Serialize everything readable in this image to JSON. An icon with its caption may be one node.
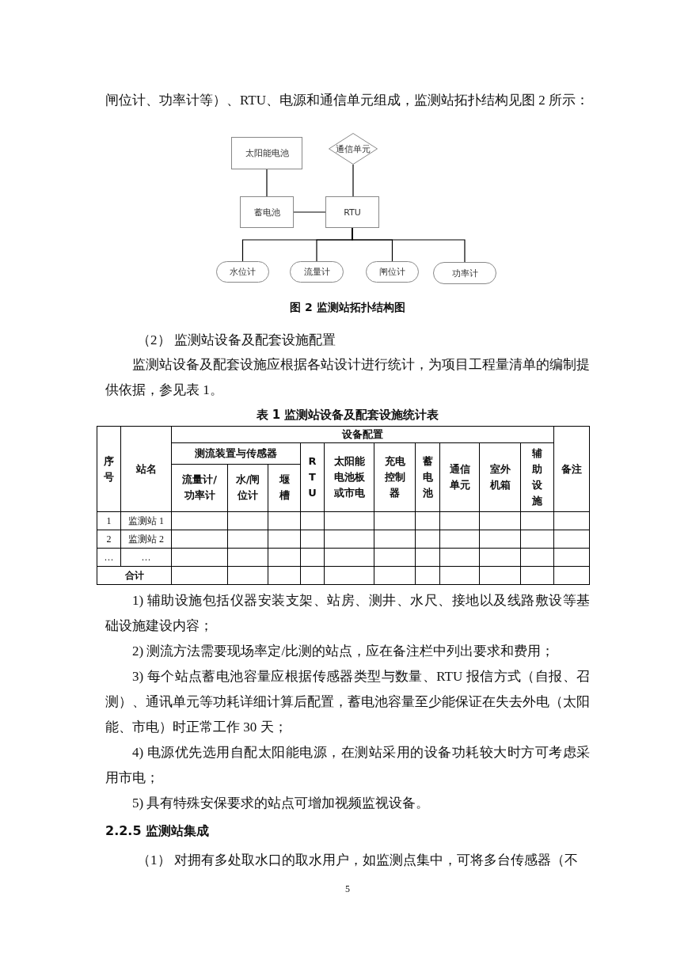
{
  "diagram": {
    "caption": "图 2 监测站拓扑结构图",
    "nodes": [
      {
        "text": [
          "太阳能电池"
        ]
      },
      {
        "text": [
          "通信单元"
        ]
      },
      {
        "text": [
          "蓄电池"
        ]
      },
      {
        "text": [
          "RTU"
        ]
      },
      {
        "text": [
          "水位计"
        ]
      },
      {
        "text": [
          "流量计"
        ]
      },
      {
        "text": [
          "闸位计"
        ]
      },
      {
        "text": [
          "功率计"
        ]
      }
    ],
    "edges": [
      {
        "from": 0,
        "to": 2,
        "arrow": "none"
      },
      {
        "from": 1,
        "to": 3,
        "arrow": "none"
      },
      {
        "from": 2,
        "to": 3,
        "arrow": "none"
      },
      {
        "from": 3,
        "to": 4,
        "arrow": "none"
      },
      {
        "from": 3,
        "to": 5,
        "arrow": "none"
      },
      {
        "from": 3,
        "to": 6,
        "arrow": "none"
      },
      {
        "from": 3,
        "to": 7,
        "arrow": "none"
      }
    ],
    "labels": [
      "闸位计、功率计等）、RTU、电源和通信单元组成，监测站拓扑结构见图 2 所示：",
      "（2） 监测站设备及配套设施配置",
      "监测站设备及配套设施应根据各站设计进行统计，为项目工程量清单的编制提供依据，参见表 1。",
      "表 1 监测站设备及配套设施统计表",
      "序号",
      "站名",
      "设备配置",
      "备注",
      "测流装置与传感器",
      "RTU",
      "太阳能电池板或市电",
      "充电控制器",
      "蓄电池",
      "通信单元",
      "室外机箱",
      "辅助设施",
      "流量计/功率计",
      "水/闸位计",
      "堰槽",
      "1",
      "监测站 1",
      "2",
      "监测站 2",
      "…",
      "…",
      "合计",
      "1) 辅助设施包括仪器安装支架、站房、测井、水尺、接地以及线路敷设等基础设施建设内容；",
      "2) 测流方法需要现场率定/比测的站点，应在备注栏中列出要求和费用；",
      "3) 每个站点蓄电池容量应根据传感器类型与数量、RTU 报信方式（自报、召测）、通讯单元等功耗详细计算后配置，蓄电池容量至少能保证在失去外电（太阳能、市电）时正常工作 30 天；",
      "4) 电源优先选用自配太阳能电源，在测站采用的设备功耗较大时方可考虑采用市电；",
      "5) 具有特殊安保要求的站点可增加视频监视设备。",
      "2.2.5 监测站集成",
      "（1） 对拥有多处取水口的取水用户，如监测点集中，可将多台传感器（不",
      "5"
    ]
  }
}
